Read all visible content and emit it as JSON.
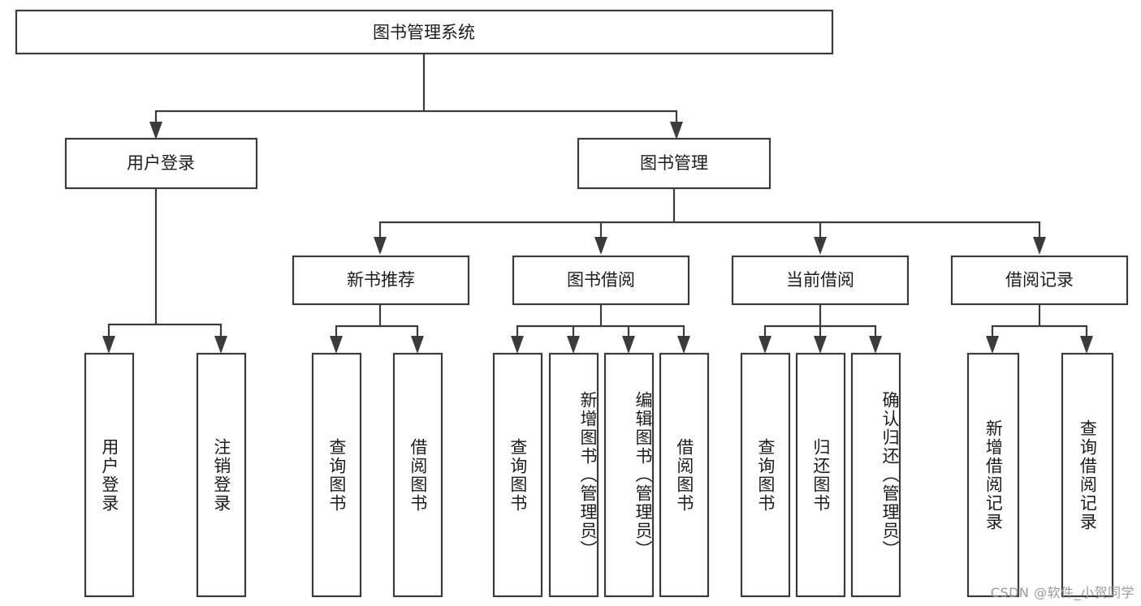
{
  "diagram": {
    "title": "图书管理系统",
    "type": "hierarchy-tree",
    "watermark": "CSDN @软件_小贺同学",
    "colors": {
      "box_stroke": "#3b3b3b",
      "box_fill": "#ffffff",
      "text": "#1c1c1c",
      "watermark": "#9a9a9a",
      "background": "#ffffff"
    },
    "levels": {
      "root": {
        "label": "图书管理系统"
      },
      "level2": [
        {
          "label": "用户登录"
        },
        {
          "label": "图书管理"
        }
      ],
      "level3": [
        {
          "label": "新书推荐"
        },
        {
          "label": "图书借阅"
        },
        {
          "label": "当前借阅"
        },
        {
          "label": "借阅记录"
        }
      ],
      "leaves": [
        {
          "label": "用户登录",
          "parent": "用户登录"
        },
        {
          "label": "注销登录",
          "parent": "用户登录"
        },
        {
          "label": "查询图书",
          "parent": "新书推荐"
        },
        {
          "label": "借阅图书",
          "parent": "新书推荐"
        },
        {
          "label": "查询图书",
          "parent": "图书借阅"
        },
        {
          "label": "新增图书（管理员）",
          "parent": "图书借阅"
        },
        {
          "label": "编辑图书（管理员）",
          "parent": "图书借阅"
        },
        {
          "label": "借阅图书",
          "parent": "图书借阅"
        },
        {
          "label": "查询图书",
          "parent": "当前借阅"
        },
        {
          "label": "归还图书",
          "parent": "当前借阅"
        },
        {
          "label": "确认归还（管理员）",
          "parent": "当前借阅"
        },
        {
          "label": "新增借阅记录",
          "parent": "借阅记录"
        },
        {
          "label": "查询借阅记录",
          "parent": "借阅记录"
        }
      ]
    }
  }
}
